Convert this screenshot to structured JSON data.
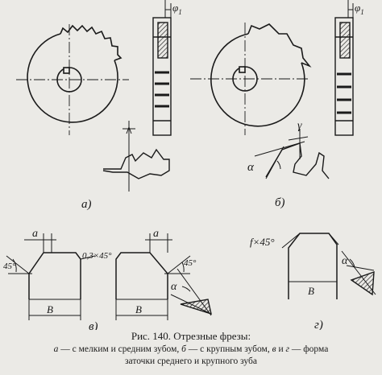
{
  "figure": {
    "caption": {
      "title": "Рис. 140. Отрезные фрезы:",
      "line1_a": "а",
      "line1_a_text": " — с мелким и средним зубом, ",
      "line1_b": "б",
      "line1_b_text": " — с крупным зубом, ",
      "line1_v": "в",
      "line1_and": " и ",
      "line1_g": "г",
      "line1_end": " — форма",
      "line2": "заточки среднего и крупного зуба"
    },
    "panels": {
      "a": "а)",
      "b": "б)",
      "v": "в)",
      "g": "г)"
    },
    "dims": {
      "phi1": "φ",
      "phi1_sub": "1",
      "gamma": "γ",
      "alpha": "α",
      "a": "a",
      "B": "B",
      "chamfer_03": "0,3×45°",
      "angle_45": "45°",
      "chamfer_f": "f×45°"
    }
  }
}
